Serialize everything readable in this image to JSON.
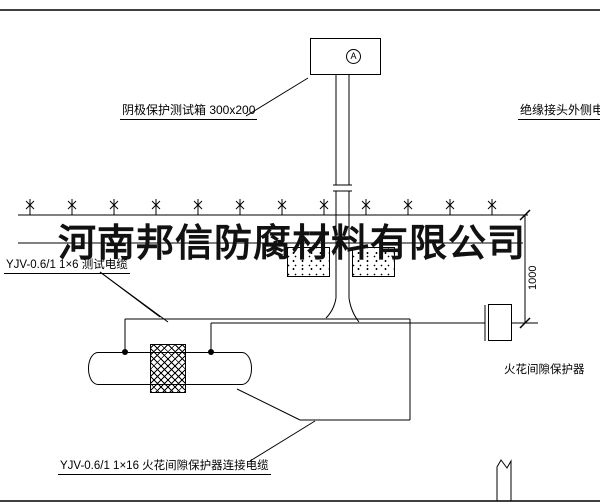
{
  "watermark": "河南邦信防腐材料有限公司",
  "test_box": {
    "terminal": "A"
  },
  "annotations": {
    "test_box_label": "阴极保护测试箱 300x200",
    "outer_cable_label": "绝缘接头外侧电缆",
    "test_cable_label": "YJV-0.6/1 1×6  测试电缆",
    "spark_gap_label": "火花间隙保护器",
    "spark_gap_cable_label": "YJV-0.6/1 1×16  火花间隙保护器连接电缆"
  },
  "dimension": {
    "depth": "1000"
  },
  "colors": {
    "line": "#000000",
    "background": "#ffffff"
  }
}
